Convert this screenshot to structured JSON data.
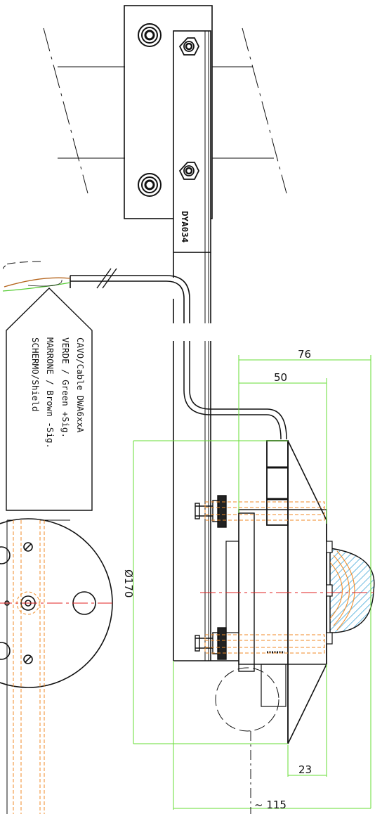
{
  "part_code": "DYA034",
  "cable_label": {
    "lines": [
      "CAVO/Cable DWA6xxA",
      "VERDE / Green +Sig.",
      "MARRONE / Brown -Sig.",
      "SCHERMO/Shield"
    ]
  },
  "dimensions": {
    "width_overall": "76",
    "width_body": "50",
    "diameter": "Ø170",
    "dome_height": "23",
    "total_depth": "~ 115"
  },
  "colors": {
    "outline": "#111111",
    "dimension_lines": "#66dd33",
    "hidden_parts": "#f08a24",
    "centerline": "#e02020",
    "dome_hatch": "#44a8d8",
    "wire_green": "#55cc33",
    "wire_brown": "#b5651d"
  }
}
